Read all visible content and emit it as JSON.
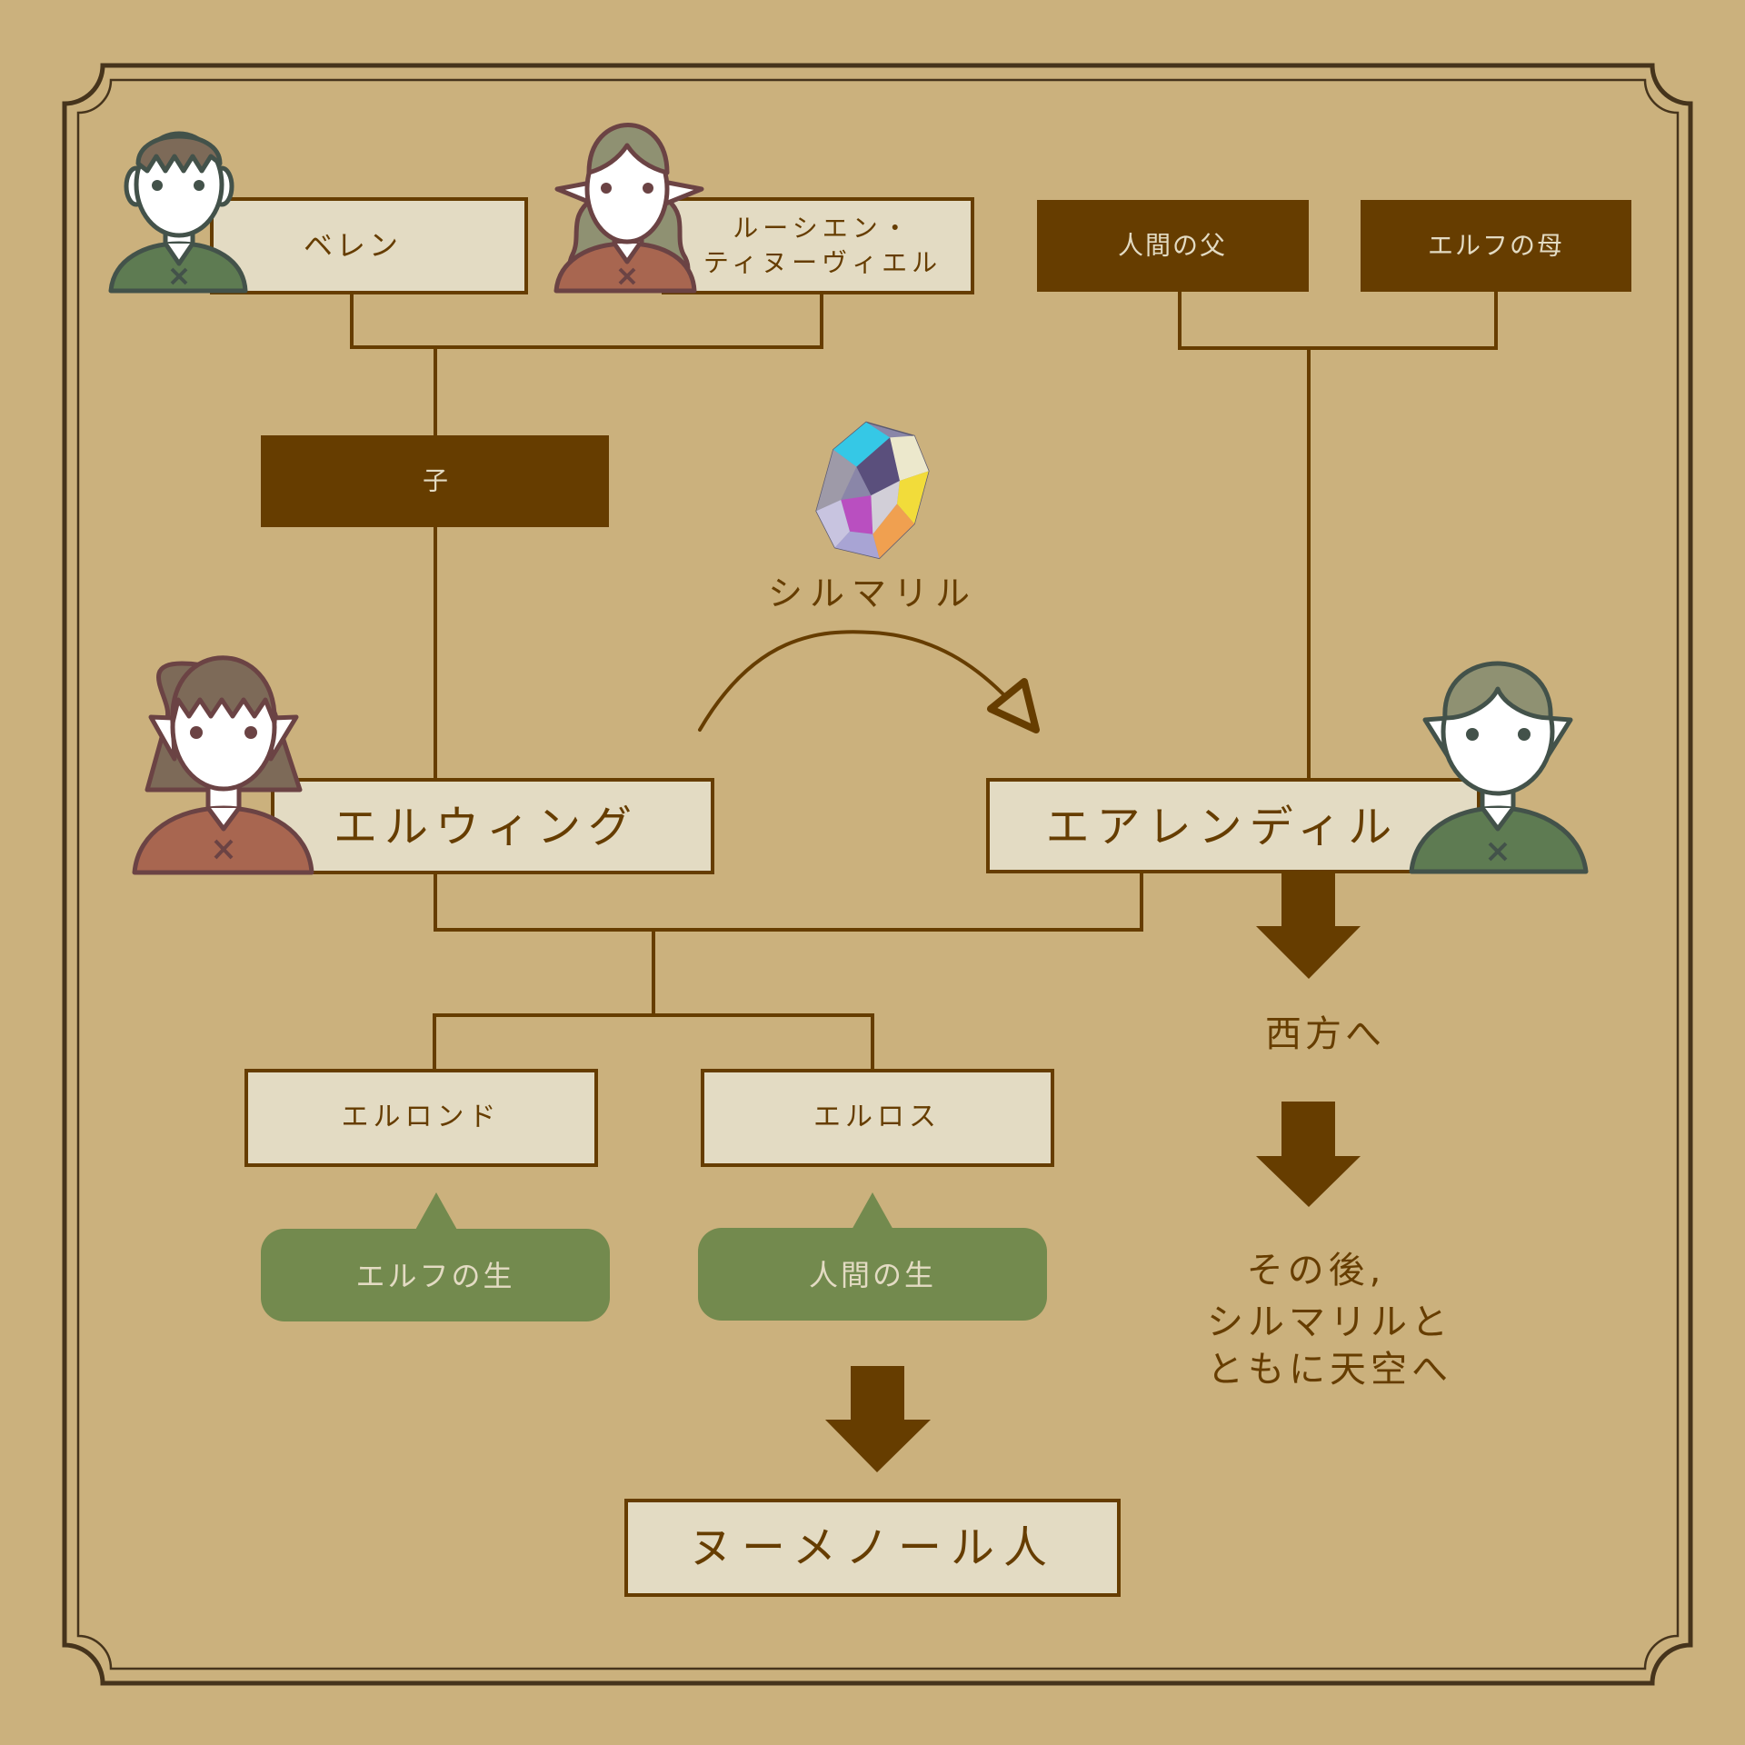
{
  "colors": {
    "background": "#cbb17d",
    "frame": "#46341c",
    "box_fill": "#e3dbc3",
    "brown": "#663d00",
    "bubble_green": "#738a4e",
    "shirt_green": "#5e7b52",
    "shirt_red": "#a86650"
  },
  "people": {
    "beren": {
      "name": "ベレン",
      "icon": "man-avatar-icon"
    },
    "luthien": {
      "line1": "ルーシエン・",
      "line2": "ティヌーヴィエル",
      "icon": "elf-woman-avatar-icon"
    },
    "human_father": {
      "name": "人間の父"
    },
    "elf_mother": {
      "name": "エルフの母"
    },
    "child": {
      "name": "子"
    },
    "elwing": {
      "name": "エルウィング",
      "icon": "elf-woman-avatar-icon"
    },
    "earendil": {
      "name": "エアレンディル",
      "icon": "elf-man-avatar-icon"
    },
    "elrond": {
      "name": "エルロンド"
    },
    "elros": {
      "name": "エルロス"
    },
    "numenoreans": {
      "name": "ヌーメノール人"
    }
  },
  "silmaril": {
    "label": "シルマリル",
    "icon": "gem-icon"
  },
  "choices": {
    "elrond_fate": "エルフの生",
    "elros_fate": "人間の生"
  },
  "earendil_path": {
    "step1": "西方へ",
    "step2_line1": "その後,",
    "step2_line2": "シルマリルと",
    "step2_line3": "ともに天空へ"
  }
}
